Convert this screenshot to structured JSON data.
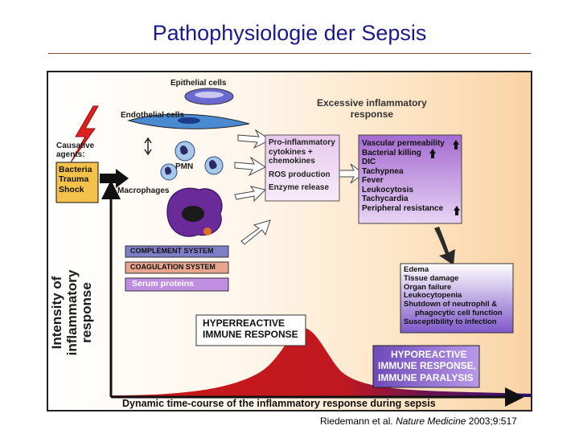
{
  "slide": {
    "title": "Pathophysiologie der Sepsis",
    "citation": {
      "authors": "Riedemann et al. ",
      "journal": "Nature Medicine",
      "ref": " 2003;9:517"
    }
  },
  "diagram": {
    "cells": {
      "epithelial": "Epithelial cells",
      "endothelial": "Endothelial cells",
      "pmn": "PMN",
      "macrophages": "Macrophages"
    },
    "causative": {
      "heading_line1": "Causative",
      "heading_line2": "agents:",
      "items": [
        "Bacteria",
        "Trauma",
        "Shock"
      ]
    },
    "excessive": {
      "line1": "Excessive inflammatory",
      "line2": "response"
    },
    "mediators": [
      "Pro-inflammatory",
      "cytokines +",
      "chemokines",
      "ROS production",
      "Enzyme release"
    ],
    "symptoms": [
      "Vascular permeability",
      "Bacterial killing",
      "DIC",
      "Tachypnea",
      "Fever",
      "Leukocytosis",
      "Tachycardia",
      "Peripheral resistance"
    ],
    "systems": {
      "complement": "COMPLEMENT SYSTEM",
      "coagulation": "COAGULATION SYSTEM",
      "serum": "Serum proteins"
    },
    "outcomes": [
      "Edema",
      "Tissue damage",
      "Organ failure",
      "Leukocytopenia",
      "Shutdown of neutrophil &",
      "phagocytic cell function",
      "Susceptibility to infection"
    ],
    "hyper": {
      "line1": "HYPERREACTIVE",
      "line2": "IMMUNE RESPONSE"
    },
    "hypo": {
      "line1": "HYPOREACTIVE",
      "line2": "IMMUNE RESPONSE,",
      "line3": "IMMUNE PARALYSIS"
    },
    "axes": {
      "y_line1": "Intensity of",
      "y_line2": "inflammatory response",
      "x": "Dynamic time-course of the inflammatory response during sepsis"
    },
    "colors": {
      "hyper_curve": "#c81818",
      "hypo_curve": "#3a1270",
      "symptoms_box": "#b87ed6",
      "complement": "#7e7ec8",
      "coagulation": "#e8a48c",
      "serum": "#c08ee0"
    }
  }
}
